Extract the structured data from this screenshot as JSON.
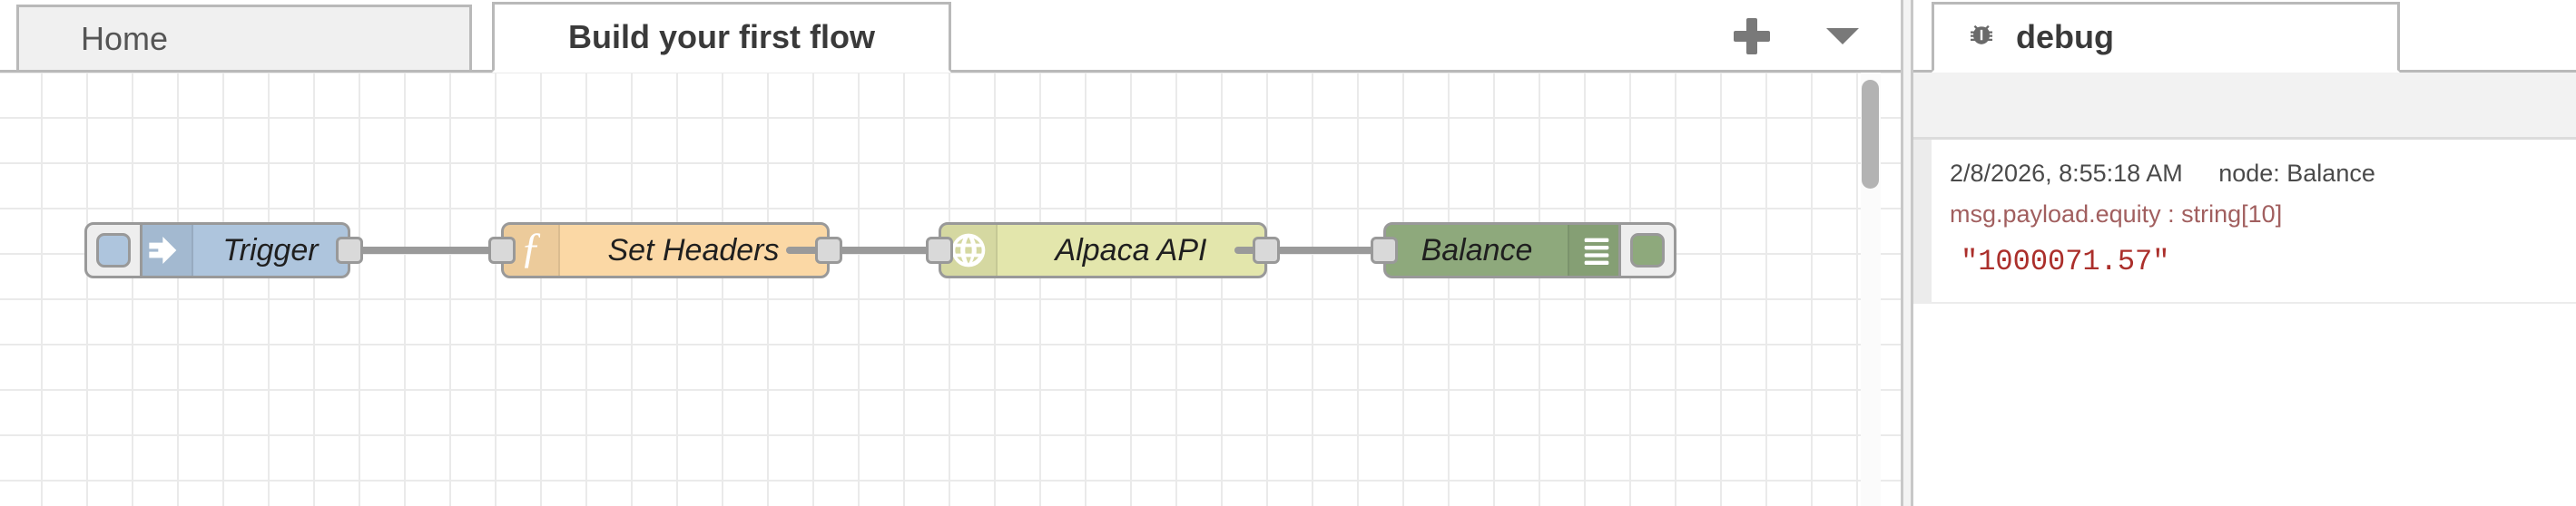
{
  "editor": {
    "tabs": [
      {
        "label": "Home",
        "active": false
      },
      {
        "label": "Build your first flow",
        "active": true
      }
    ],
    "tools": {
      "add_label": "+",
      "menu_label": "▾"
    },
    "nodes": [
      {
        "id": "trigger",
        "label": "Trigger",
        "type": "inject",
        "icon": "arrow-right-icon",
        "color": "#aec5dd"
      },
      {
        "id": "set-headers",
        "label": "Set Headers",
        "type": "function",
        "icon": "function-icon",
        "color": "#fbd8a5"
      },
      {
        "id": "alpaca-api",
        "label": "Alpaca API",
        "type": "http-request",
        "icon": "globe-icon",
        "color": "#e3e6ac"
      },
      {
        "id": "balance",
        "label": "Balance",
        "type": "debug",
        "icon": "lines-icon",
        "color": "#8ea97c"
      }
    ]
  },
  "sidebar": {
    "tab": {
      "label": "debug",
      "icon": "bug-icon"
    },
    "messages": [
      {
        "timestamp": "2/8/2026, 8:55:18 AM",
        "node": "node: Balance",
        "property": "msg.payload.equity : string[10]",
        "value": "\"1000071.57\""
      }
    ]
  }
}
